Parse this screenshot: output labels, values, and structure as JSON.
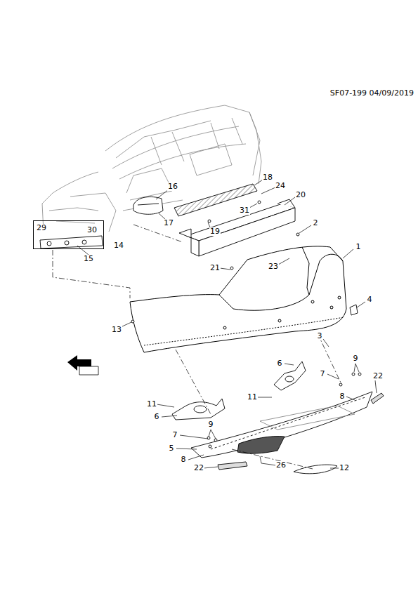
{
  "diagram": {
    "nodes": [
      {
        "text": [
          "29",
          "30",
          "14"
        ]
      }
    ],
    "labels": [
      "SF07-199 04/09/2019",
      "16",
      "18",
      "24",
      "31",
      "20",
      "17",
      "19",
      "2",
      "1",
      "21",
      "23",
      "15",
      "4",
      "13",
      "3",
      "9",
      "6",
      "7",
      "22",
      "8",
      "11",
      "11",
      "6",
      "9",
      "7",
      "5",
      "8",
      "22",
      "26",
      "12"
    ]
  }
}
